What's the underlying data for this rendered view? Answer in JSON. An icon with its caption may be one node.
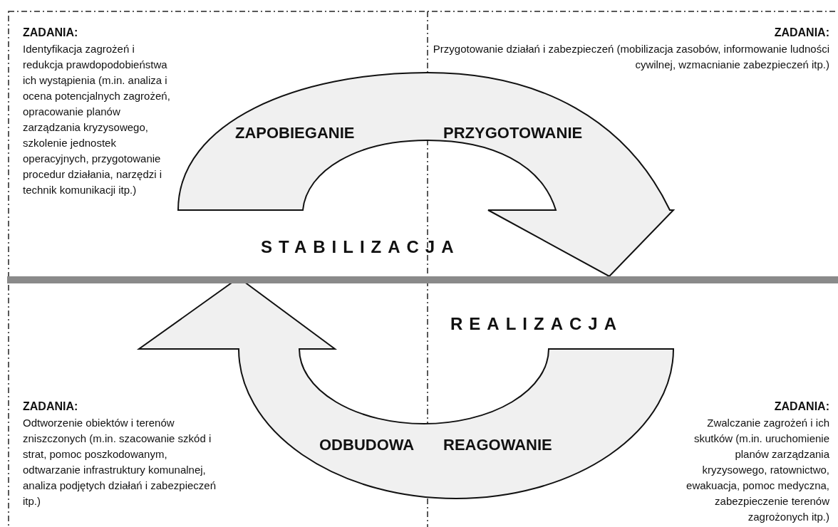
{
  "diagram": {
    "labels": [
      "ZADANIA:",
      "Identyfikacja zagrożeń i redukcja prawdopodobieństwa ich wystąpienia (m.in. analiza i ocena potencjalnych zagrożeń, opracowanie planów zarządzania kryzysowego, szkolenie jednostek operacyjnych, przygotowanie procedur działania, narzędzi i technik komunikacji itp.)",
      "ZADANIA:",
      "Przygotowanie działań i zabezpieczeń (mobilizacja zasobów, informowanie ludności cywilnej, wzmacnianie zabezpieczeń itp.)",
      "ZAPOBIEGANIE",
      "PRZYGOTOWANIE",
      "STABILIZACJA",
      "REALIZACJA",
      "ZADANIA:",
      "Odtworzenie obiektów i terenów zniszczonych (m.in. szacowanie szkód i strat, pomoc poszkodowanym, odtwarzanie infrastruktury komunalnej, analiza podjętych działań i zabezpieczeń itp.)",
      "ODBUDOWA",
      "REAGOWANIE",
      "ZADANIA:",
      "Zwalczanie zagrożeń i ich skutków (m.in. uruchomienie planów zarządzania kryzysowego, ratownictwo, ewakuacja, pomoc medyczna, zabezpieczenie terenów zagrożonych itp.)"
    ]
  }
}
